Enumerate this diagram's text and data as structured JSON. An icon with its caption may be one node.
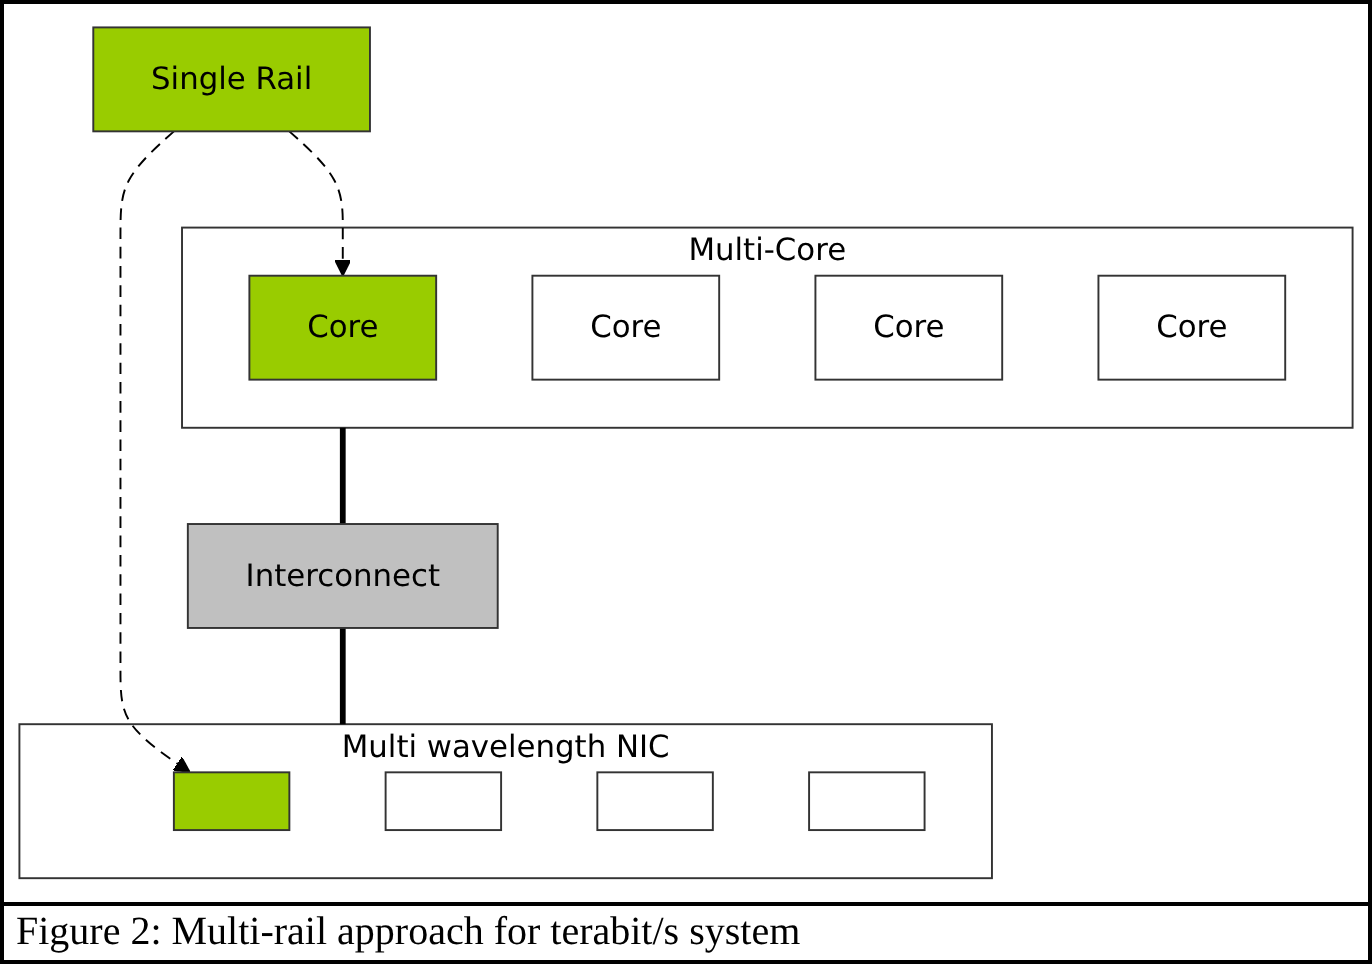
{
  "diagram": {
    "caption": "Figure 2: Multi-rail approach for terabit/s system",
    "nodes": [
      {
        "text": [
          "Multi-Core"
        ]
      },
      {
        "text": [
          "Core"
        ],
        "in": 0
      },
      {
        "text": [
          "Core"
        ],
        "in": 0
      },
      {
        "text": [
          "Core"
        ],
        "in": 0
      },
      {
        "text": [
          "Core"
        ],
        "in": 0
      },
      {
        "text": [
          "Interconnect"
        ]
      },
      {
        "text": [
          "Multi wavelength NIC"
        ]
      },
      {
        "text": [],
        "shape": "box",
        "in": 6
      },
      {
        "text": [],
        "shape": "box",
        "in": 6
      },
      {
        "text": [],
        "shape": "box",
        "in": 6
      },
      {
        "text": [],
        "shape": "box",
        "in": 6
      },
      {
        "text": [
          "Single Rail"
        ]
      }
    ],
    "edges": [
      {
        "from": 0,
        "to": 5,
        "arrow": "none",
        "style": "thick"
      },
      {
        "from": 5,
        "to": 6,
        "arrow": "none",
        "style": "thick"
      },
      {
        "from": 11,
        "to": 1,
        "arrow": "to",
        "style": "dashed"
      },
      {
        "from": 11,
        "to": 7,
        "arrow": "to",
        "style": "dashed"
      }
    ]
  }
}
